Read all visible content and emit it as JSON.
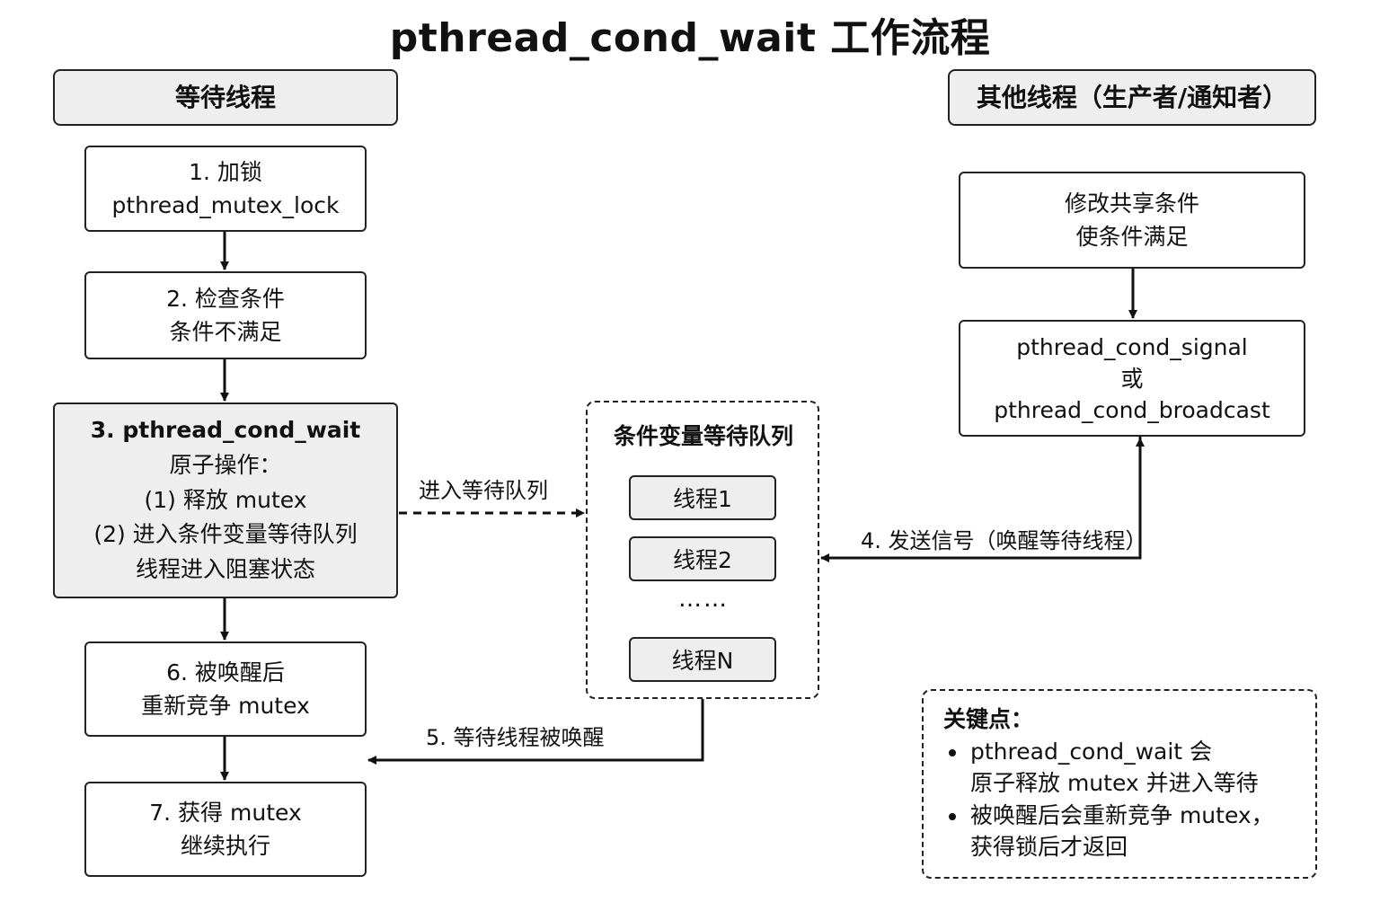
{
  "title": "pthread_cond_wait 工作流程",
  "left_header": "等待线程",
  "right_header": "其他线程（生产者/通知者）",
  "steps": {
    "s1": {
      "l1": "1. 加锁",
      "l2": "pthread_mutex_lock"
    },
    "s2": {
      "l1": "2. 检查条件",
      "l2": "条件不满足"
    },
    "s3": {
      "l1": "3. pthread_cond_wait",
      "l2": "原子操作：",
      "l3": "(1) 释放 mutex",
      "l4": "(2) 进入条件变量等待队列",
      "l5": "线程进入阻塞状态"
    },
    "s6": {
      "l1": "6. 被唤醒后",
      "l2": "重新竞争 mutex"
    },
    "s7": {
      "l1": "7. 获得 mutex",
      "l2": "继续执行"
    }
  },
  "producer": {
    "modify": {
      "l1": "修改共享条件",
      "l2": "使条件满足"
    },
    "signal": {
      "l1": "pthread_cond_signal",
      "l2": "或",
      "l3": "pthread_cond_broadcast"
    }
  },
  "queue": {
    "title": "条件变量等待队列",
    "items": [
      "线程1",
      "线程2",
      "线程N"
    ],
    "ellipsis": "……"
  },
  "edges": {
    "enter_queue": "进入等待队列",
    "send_signal": "4. 发送信号（唤醒等待线程）",
    "wakeup": "5. 等待线程被唤醒"
  },
  "key_points": {
    "title": "关键点：",
    "items": [
      {
        "l1": "pthread_cond_wait 会",
        "l2": "原子释放 mutex 并进入等待"
      },
      {
        "l1": "被唤醒后会重新竞争 mutex，",
        "l2": "获得锁后才返回"
      }
    ]
  }
}
